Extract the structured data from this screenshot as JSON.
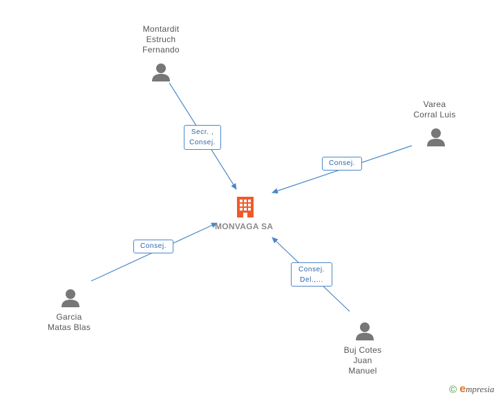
{
  "company": {
    "name": "MONVAGA SA",
    "icon": "building-icon",
    "color": "#f05a28"
  },
  "people": [
    {
      "id": "p1",
      "lines": [
        "Montardit",
        "Estruch",
        "Fernando"
      ],
      "role_lines": [
        "Secr. ,",
        "Consej."
      ]
    },
    {
      "id": "p2",
      "lines": [
        "Varea",
        "Corral Luis"
      ],
      "role_lines": [
        "Consej."
      ]
    },
    {
      "id": "p3",
      "lines": [
        "Garcia",
        "Matas Blas"
      ],
      "role_lines": [
        "Consej."
      ]
    },
    {
      "id": "p4",
      "lines": [
        "Buj Cotes",
        "Juan",
        "Manuel"
      ],
      "role_lines": [
        "Consej.",
        "Del.,..."
      ]
    }
  ],
  "colors": {
    "edge": "#4a86c8",
    "person": "#777777",
    "label": "#555555"
  },
  "footer": {
    "copyright_symbol": "©",
    "brand_initial": "e",
    "brand_rest": "mpresia"
  }
}
